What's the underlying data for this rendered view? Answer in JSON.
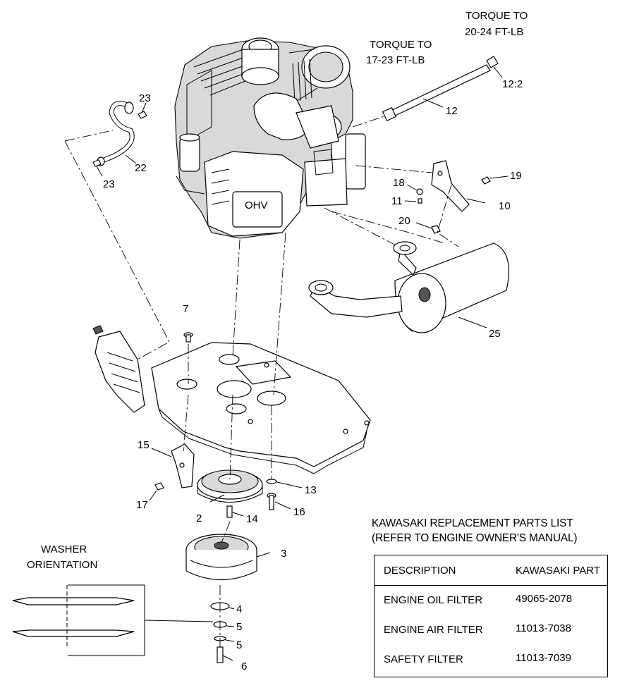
{
  "callouts": {
    "c2": "2",
    "c3": "3",
    "c4": "4",
    "c5a": "5",
    "c5b": "5",
    "c6": "6",
    "c7": "7",
    "c10": "10",
    "c11": "11",
    "c12": "12",
    "c12_2": "12:2",
    "c13": "13",
    "c14": "14",
    "c15": "15",
    "c16": "16",
    "c17": "17",
    "c18": "18",
    "c19": "19",
    "c20": "20",
    "c22": "22",
    "c23a": "23",
    "c23b": "23",
    "c25": "25"
  },
  "notes": {
    "torque_a_line1": "TORQUE TO",
    "torque_a_line2": "17-23 FT-LB",
    "torque_b_line1": "TORQUE TO",
    "torque_b_line2": "20-24 FT-LB",
    "washer_line1": "WASHER",
    "washer_line2": "ORIENTATION",
    "engine_mark": "OHV"
  },
  "parts_list": {
    "title_line1": "KAWASAKI REPLACEMENT PARTS LIST",
    "title_line2": "(REFER TO ENGINE OWNER'S MANUAL)",
    "headers": {
      "description": "DESCRIPTION",
      "part": "KAWASAKI PART"
    },
    "rows": [
      {
        "description": "ENGINE OIL FILTER",
        "part": "49065-2078"
      },
      {
        "description": "ENGINE AIR FILTER",
        "part": "11013-7038"
      },
      {
        "description": "SAFETY FILTER",
        "part": "11013-7039"
      }
    ]
  }
}
